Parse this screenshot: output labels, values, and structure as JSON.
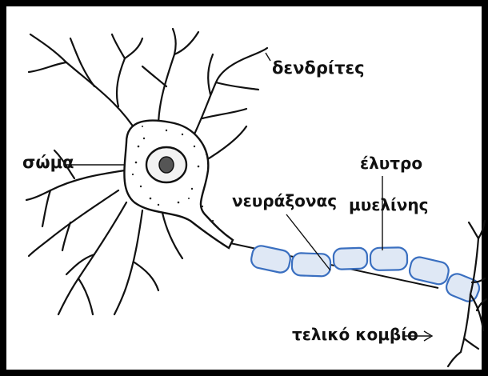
{
  "labels": {
    "dendrites": "δενδρίτες",
    "soma": "σώμα",
    "axon": "νευράξονας",
    "myelin_line1": "έλυτρο",
    "myelin_line2": "μυελίνης",
    "terminal": "τελικό κομβίο"
  },
  "colors": {
    "myelin_stroke": "#3a6fc0",
    "myelin_fill": "#dfe8f5",
    "ink": "#111111",
    "frame": "#000000"
  }
}
